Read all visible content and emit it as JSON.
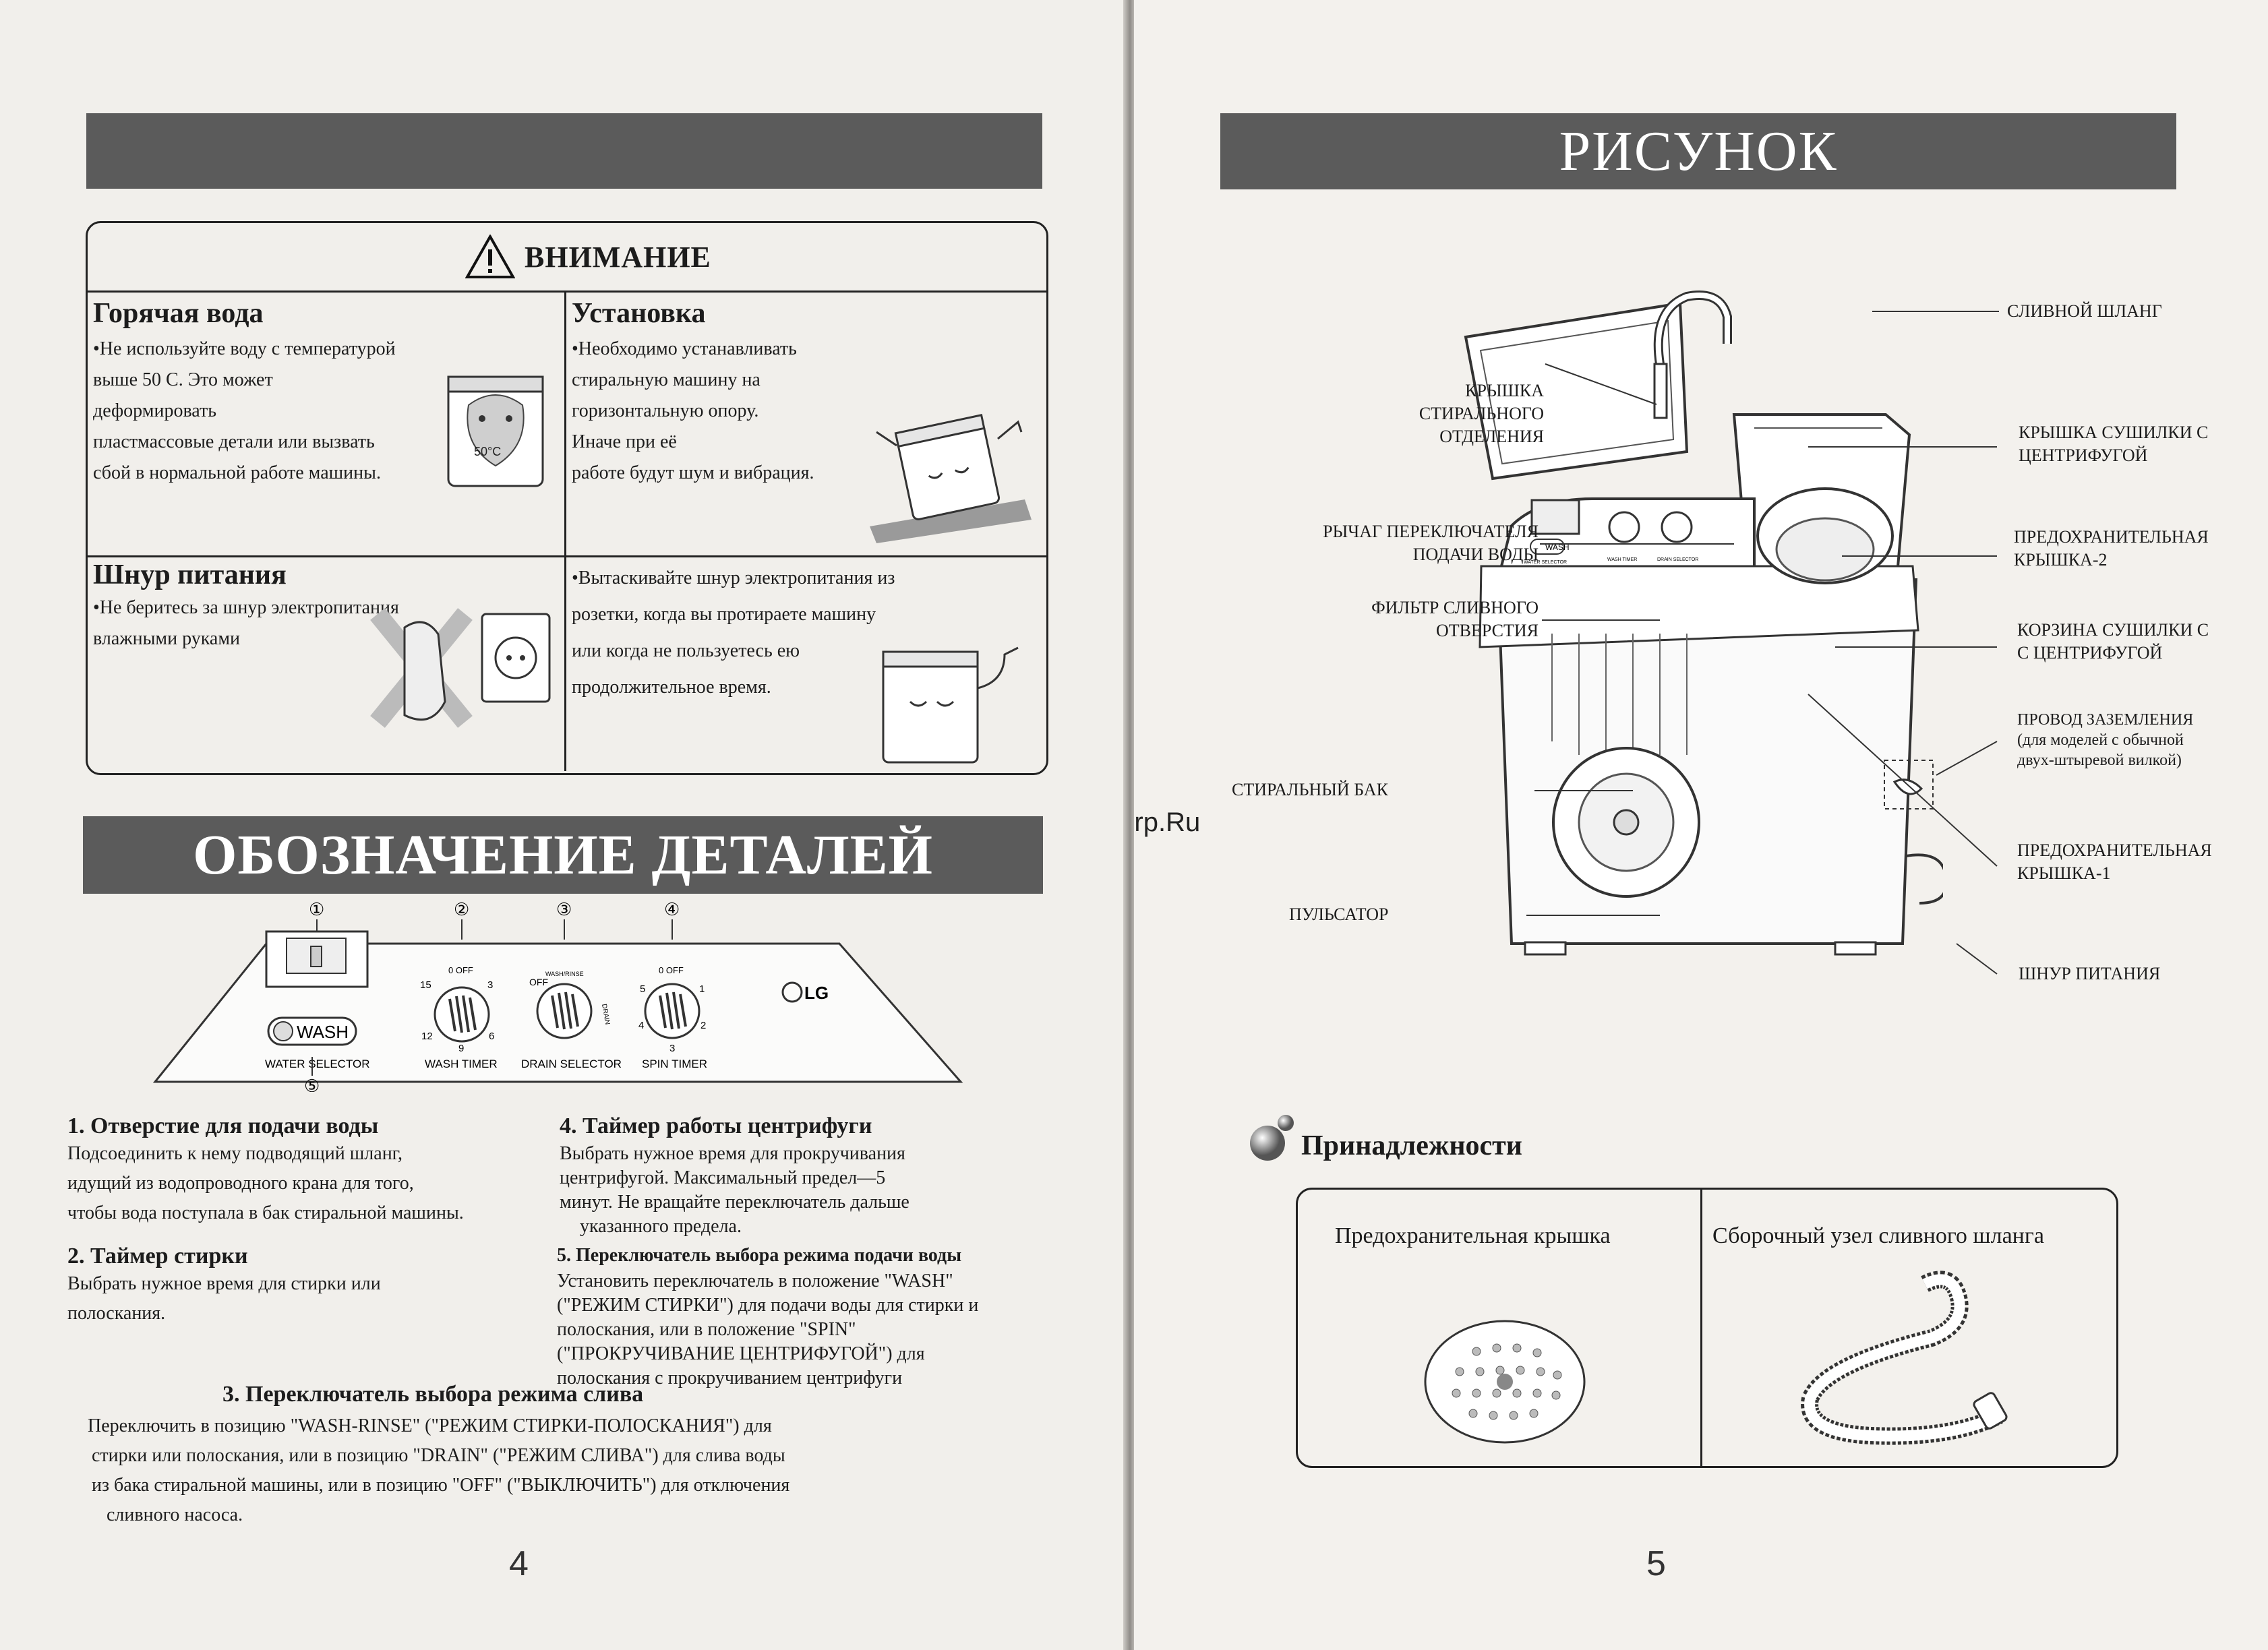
{
  "left": {
    "caution_title": "ВНИМАНИЕ",
    "hot_water": {
      "title": "Горячая вода",
      "lines": [
        "•Не используйте воду с температурой",
        "выше 50 С. Это может",
        "деформировать",
        "пластмассовые детали или вызвать",
        "сбой в нормальной работе машины."
      ],
      "badge": "50°C"
    },
    "install": {
      "title": "Установка",
      "lines": [
        "•Необходимо устанавливать",
        "стиральную машину на",
        "горизонтальную опору.",
        "Иначе при её",
        "работе будут шум и вибрация."
      ]
    },
    "power_cord": {
      "title": "Шнур питания",
      "lines": [
        "•Не беритесь за шнур электропитания",
        "влажными руками"
      ]
    },
    "unplug": {
      "lines": [
        "•Вытаскивайте шнур электропитания из",
        "розетки, когда вы протираете машину",
        "или когда не пользуетесь ею",
        "продолжительное время."
      ]
    },
    "parts_banner": "ОБОЗНАЧЕНИЕ ДЕТАЛЕЙ",
    "panel": {
      "markers": [
        "①",
        "②",
        "③",
        "④",
        "⑤"
      ],
      "wash_button": "WASH",
      "labels": [
        "WATER SELECTOR",
        "WASH TIMER",
        "DRAIN SELECTOR",
        "SPIN TIMER"
      ],
      "brand": "LG",
      "knob_off": "0 OFF",
      "wash_ticks": [
        "15",
        "3",
        "12",
        "6",
        "9"
      ],
      "drain_ticks": [
        "OFF",
        "WASH/RINSE",
        "DRAIN"
      ],
      "spin_ticks": [
        "5",
        "1",
        "4",
        "2",
        "3"
      ]
    },
    "sections": {
      "s1": {
        "title": "1. Отверстие для подачи воды",
        "lines": [
          "Подсоединить к нему подводящий шланг,",
          "идущий из водопроводного крана для того,",
          "чтобы вода поступала в бак стиральной машины."
        ]
      },
      "s2": {
        "title": "2. Таймер стирки",
        "lines": [
          "Выбрать нужное время для стирки или",
          "полоскания."
        ]
      },
      "s3": {
        "title": "3. Переключатель выбора режима слива",
        "lines": [
          "Переключить в позицию \"WASH-RINSE\" (\"РЕЖИМ СТИРКИ-ПОЛОСКАНИЯ\") для",
          "стирки или полоскания, или в позицию \"DRAIN\" (\"РЕЖИМ СЛИВА\") для слива воды",
          "из бака стиральной машины, или в позицию \"OFF\" (\"ВЫКЛЮЧИТЬ\") для отключения",
          "сливного насоса."
        ]
      },
      "s4": {
        "title": "4. Таймер работы центрифуги",
        "lines": [
          "Выбрать нужное время для прокручивания",
          "центрифугой. Максимальный предел—5",
          "минут. Не вращайте переключатель дальше",
          "указанного предела."
        ]
      },
      "s5": {
        "title": "5. Переключатель выбора режима подачи воды",
        "lines": [
          "Установить переключатель в положение \"WASH\"",
          "(\"РЕЖИМ СТИРКИ\") для подачи воды для стирки и",
          "полоскания, или в положение  \"SPIN\"",
          "(\"ПРОКРУЧИВАНИЕ ЦЕНТРИФУГОЙ\") для",
          "полоскания с прокручиванием центрифуги"
        ]
      }
    },
    "page_number": "4"
  },
  "right": {
    "banner": "РИСУНОК",
    "watermark": "McGrp.Ru",
    "labels": {
      "drain_hose": "СЛИВНОЙ ШЛАНГ",
      "wash_lid": [
        "КРЫШКА СТИРАЛЬНОГО",
        "ОТДЕЛЕНИЯ"
      ],
      "spin_lid": [
        "КРЫШКА СУШИЛКИ С",
        "ЦЕНТРИФУГОЙ"
      ],
      "lever": [
        "РЫЧАГ ПЕРЕКЛЮЧАТЕЛЯ",
        "ПОДАЧИ ВОДЫ"
      ],
      "safety2": [
        "ПРЕДОХРАНИТЕЛЬНАЯ",
        "КРЫШКА-2"
      ],
      "filter": [
        "ФИЛЬТР СЛИВНОГО",
        "ОТВЕРСТИЯ"
      ],
      "basket": [
        "КОРЗИНА СУШИЛКИ С",
        "С ЦЕНТРИФУГОЙ"
      ],
      "ground": [
        "ПРОВОД ЗАЗЕМЛЕНИЯ",
        "(для моделей с обычной",
        "двух-штыревой вилкой)"
      ],
      "tub": "СТИРАЛЬНЫЙ БАК",
      "safety1": [
        "ПРЕДОХРАНИТЕЛЬНАЯ",
        "КРЫШКА-1"
      ],
      "pulsator": "ПУЛЬСАТОР",
      "cord": "ШНУР ПИТАНИЯ"
    },
    "machine_panel": {
      "wash": "WASH",
      "labels": [
        "WATER SELECTOR",
        "WASH TIMER",
        "DRAIN SELECTOR"
      ]
    },
    "accessories": {
      "title": "Принадлежности",
      "items": [
        "Предохранительная крышка",
        "Сборочный узел сливного шланга"
      ]
    },
    "page_number": "5"
  }
}
